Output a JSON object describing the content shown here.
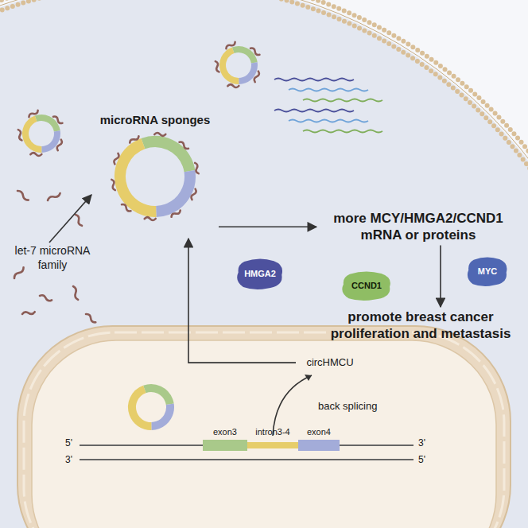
{
  "diagram": {
    "nodes": [
      {
        "text": [
          "let-7 microRNA family"
        ]
      },
      {
        "text": [
          "microRNA sponges"
        ]
      },
      {
        "text": [
          "circHMCU"
        ]
      },
      {
        "text": [
          "more MCY/HMGA2/CCND1 mRNA or proteins"
        ]
      },
      {
        "text": [
          "HMGA2"
        ]
      },
      {
        "text": [
          "CCND1"
        ]
      },
      {
        "text": [
          "MYC"
        ]
      },
      {
        "text": [
          "promote breast cancer proliferation and metastasis"
        ]
      }
    ],
    "edges": [
      {
        "from": 0,
        "to": 1,
        "arrow": "to"
      },
      {
        "from": 2,
        "to": 1,
        "arrow": "to"
      },
      {
        "from": 1,
        "to": 3,
        "arrow": "to"
      },
      {
        "from": 3,
        "to": 7,
        "arrow": "to"
      }
    ],
    "labels": [
      "back splicing",
      "5'",
      "exon3",
      "intron3-4",
      "exon4",
      "3'",
      "3'",
      "5'"
    ]
  }
}
